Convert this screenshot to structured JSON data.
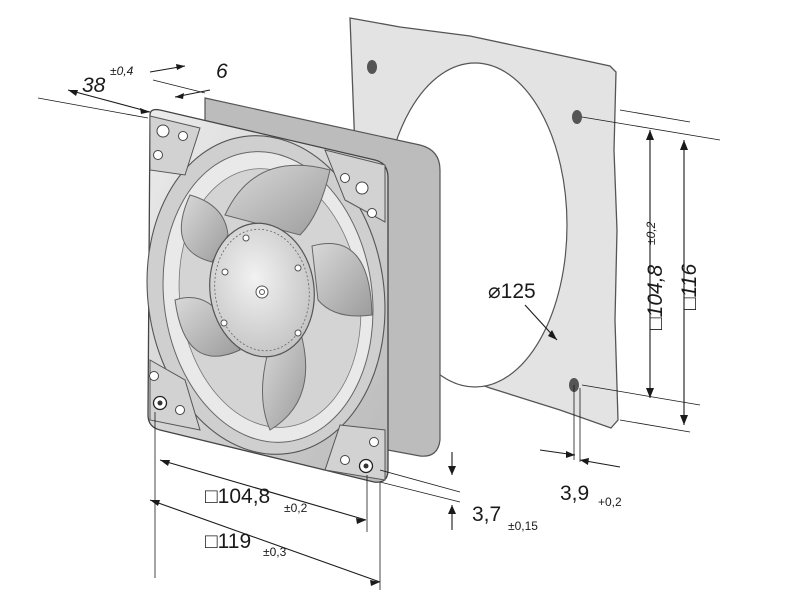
{
  "drawing": {
    "depth": {
      "value": "38",
      "tol": "±0,4"
    },
    "flange": {
      "value": "6"
    },
    "hole_spacing": {
      "value": "□104,8",
      "tol": "±0,2"
    },
    "frame_size": {
      "value": "□119",
      "tol": "±0,3"
    },
    "hole_diameter": {
      "value": "3,7",
      "tol": "±0,15"
    },
    "cutout_diameter": {
      "value": "⌀125"
    },
    "gasket_hole_spacing": {
      "value": "□104,8",
      "tol": "±0,2"
    },
    "gasket_size": {
      "value": "□116"
    },
    "gasket_hole": {
      "value": "3,9",
      "tol": "+0,2"
    }
  },
  "colors": {
    "frame": "#dcdcdc",
    "frame_shadow": "#a9a9a9",
    "gasket": "#e2e2e2",
    "blade": "#bdbdbd",
    "hub": "#d6d6d6",
    "line": "#1a1a1a"
  }
}
